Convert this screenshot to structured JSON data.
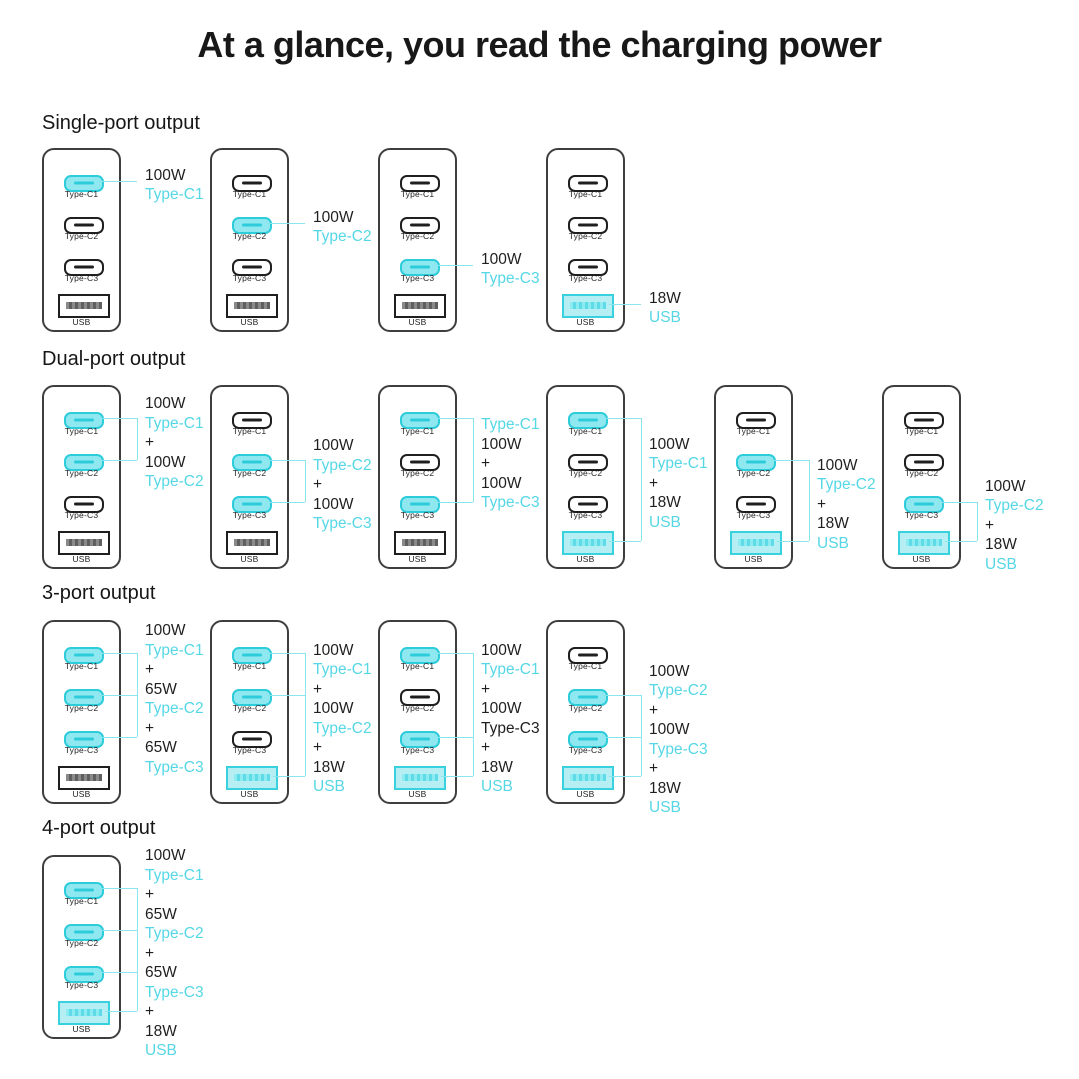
{
  "title": "At a glance, you read the charging power",
  "colors": {
    "accent_text": "#55d7e5",
    "accent_port_fill": "#8fe8ef",
    "accent_port_border": "#2dccdb",
    "connector_line": "#8ce4ed",
    "ink": "#1f1f1f"
  },
  "port_defs": [
    {
      "id": "c1",
      "label": "Type-C1",
      "type": "usbc"
    },
    {
      "id": "c2",
      "label": "Type-C2",
      "type": "usbc"
    },
    {
      "id": "c3",
      "label": "Type-C3",
      "type": "usbc"
    },
    {
      "id": "usb",
      "label": "USB",
      "type": "usba"
    }
  ],
  "sections": [
    {
      "label": "Single-port output",
      "chargers": [
        {
          "active": [
            "c1"
          ],
          "annotation": [
            {
              "text": "100W",
              "color": "ink"
            },
            {
              "text": "Type-C1",
              "color": "accent"
            }
          ]
        },
        {
          "active": [
            "c2"
          ],
          "annotation": [
            {
              "text": "100W",
              "color": "ink"
            },
            {
              "text": "Type-C2",
              "color": "accent"
            }
          ]
        },
        {
          "active": [
            "c3"
          ],
          "annotation": [
            {
              "text": "100W",
              "color": "ink"
            },
            {
              "text": "Type-C3",
              "color": "accent"
            }
          ]
        },
        {
          "active": [
            "usb"
          ],
          "annotation": [
            {
              "text": "18W",
              "color": "ink"
            },
            {
              "text": "USB",
              "color": "accent"
            }
          ]
        }
      ]
    },
    {
      "label": "Dual-port output",
      "chargers": [
        {
          "active": [
            "c1",
            "c2"
          ],
          "annotation": [
            {
              "text": "100W",
              "color": "ink"
            },
            {
              "text": "Type-C1",
              "color": "accent"
            },
            {
              "text": "+",
              "color": "ink"
            },
            {
              "text": "100W",
              "color": "ink"
            },
            {
              "text": "Type-C2",
              "color": "accent"
            }
          ]
        },
        {
          "active": [
            "c2",
            "c3"
          ],
          "annotation": [
            {
              "text": "100W",
              "color": "ink"
            },
            {
              "text": "Type-C2",
              "color": "accent"
            },
            {
              "text": "+",
              "color": "ink"
            },
            {
              "text": "100W",
              "color": "ink"
            },
            {
              "text": "Type-C3",
              "color": "accent"
            }
          ]
        },
        {
          "active": [
            "c1",
            "c3"
          ],
          "annotation": [
            {
              "text": "Type-C1",
              "color": "accent"
            },
            {
              "text": "100W",
              "color": "ink"
            },
            {
              "text": "+",
              "color": "ink"
            },
            {
              "text": "100W",
              "color": "ink"
            },
            {
              "text": "Type-C3",
              "color": "accent"
            }
          ]
        },
        {
          "active": [
            "c1",
            "usb"
          ],
          "annotation": [
            {
              "text": "100W",
              "color": "ink"
            },
            {
              "text": "Type-C1",
              "color": "accent"
            },
            {
              "text": "+",
              "color": "ink"
            },
            {
              "text": "18W",
              "color": "ink"
            },
            {
              "text": "USB",
              "color": "accent"
            }
          ]
        },
        {
          "active": [
            "c2",
            "usb"
          ],
          "annotation": [
            {
              "text": "100W",
              "color": "ink"
            },
            {
              "text": "Type-C2",
              "color": "accent"
            },
            {
              "text": "+",
              "color": "ink"
            },
            {
              "text": "18W",
              "color": "ink"
            },
            {
              "text": "USB",
              "color": "accent"
            }
          ]
        },
        {
          "active": [
            "c3",
            "usb"
          ],
          "annotation": [
            {
              "text": "100W",
              "color": "ink"
            },
            {
              "text": "Type-C2",
              "color": "accent"
            },
            {
              "text": "+",
              "color": "ink"
            },
            {
              "text": "18W",
              "color": "ink"
            },
            {
              "text": "USB",
              "color": "accent"
            }
          ]
        }
      ]
    },
    {
      "label": "3-port output",
      "chargers": [
        {
          "active": [
            "c1",
            "c2",
            "c3"
          ],
          "annotation": [
            {
              "text": "100W",
              "color": "ink"
            },
            {
              "text": "Type-C1",
              "color": "accent"
            },
            {
              "text": "+",
              "color": "ink"
            },
            {
              "text": "65W",
              "color": "ink"
            },
            {
              "text": "Type-C2",
              "color": "accent"
            },
            {
              "text": "+",
              "color": "ink"
            },
            {
              "text": "65W",
              "color": "ink"
            },
            {
              "text": "Type-C3",
              "color": "accent"
            }
          ]
        },
        {
          "active": [
            "c1",
            "c2",
            "usb"
          ],
          "annotation": [
            {
              "text": "100W",
              "color": "ink"
            },
            {
              "text": "Type-C1",
              "color": "accent"
            },
            {
              "text": "+",
              "color": "ink"
            },
            {
              "text": "100W",
              "color": "ink"
            },
            {
              "text": "Type-C2",
              "color": "accent"
            },
            {
              "text": "+",
              "color": "ink"
            },
            {
              "text": "18W",
              "color": "ink"
            },
            {
              "text": "USB",
              "color": "accent"
            }
          ]
        },
        {
          "active": [
            "c1",
            "c3",
            "usb"
          ],
          "annotation": [
            {
              "text": "100W",
              "color": "ink"
            },
            {
              "text": "Type-C1",
              "color": "accent"
            },
            {
              "text": "+",
              "color": "ink"
            },
            {
              "text": "100W",
              "color": "ink"
            },
            {
              "text": "Type-C3",
              "color": "ink"
            },
            {
              "text": "+",
              "color": "ink"
            },
            {
              "text": "18W",
              "color": "ink"
            },
            {
              "text": "USB",
              "color": "accent"
            }
          ]
        },
        {
          "active": [
            "c2",
            "c3",
            "usb"
          ],
          "annotation": [
            {
              "text": "100W",
              "color": "ink"
            },
            {
              "text": "Type-C2",
              "color": "accent"
            },
            {
              "text": "+",
              "color": "ink"
            },
            {
              "text": "100W",
              "color": "ink"
            },
            {
              "text": "Type-C3",
              "color": "accent"
            },
            {
              "text": "+",
              "color": "ink"
            },
            {
              "text": "18W",
              "color": "ink"
            },
            {
              "text": "USB",
              "color": "accent"
            }
          ]
        }
      ]
    },
    {
      "label": "4-port output",
      "chargers": [
        {
          "active": [
            "c1",
            "c2",
            "c3",
            "usb"
          ],
          "annotation": [
            {
              "text": "100W",
              "color": "ink"
            },
            {
              "text": "Type-C1",
              "color": "accent"
            },
            {
              "text": "+",
              "color": "ink"
            },
            {
              "text": "65W",
              "color": "ink"
            },
            {
              "text": "Type-C2",
              "color": "accent"
            },
            {
              "text": "+",
              "color": "ink"
            },
            {
              "text": "65W",
              "color": "ink"
            },
            {
              "text": "Type-C3",
              "color": "accent"
            },
            {
              "text": "+",
              "color": "ink"
            },
            {
              "text": "18W",
              "color": "ink"
            },
            {
              "text": "USB",
              "color": "accent"
            }
          ]
        }
      ]
    }
  ]
}
